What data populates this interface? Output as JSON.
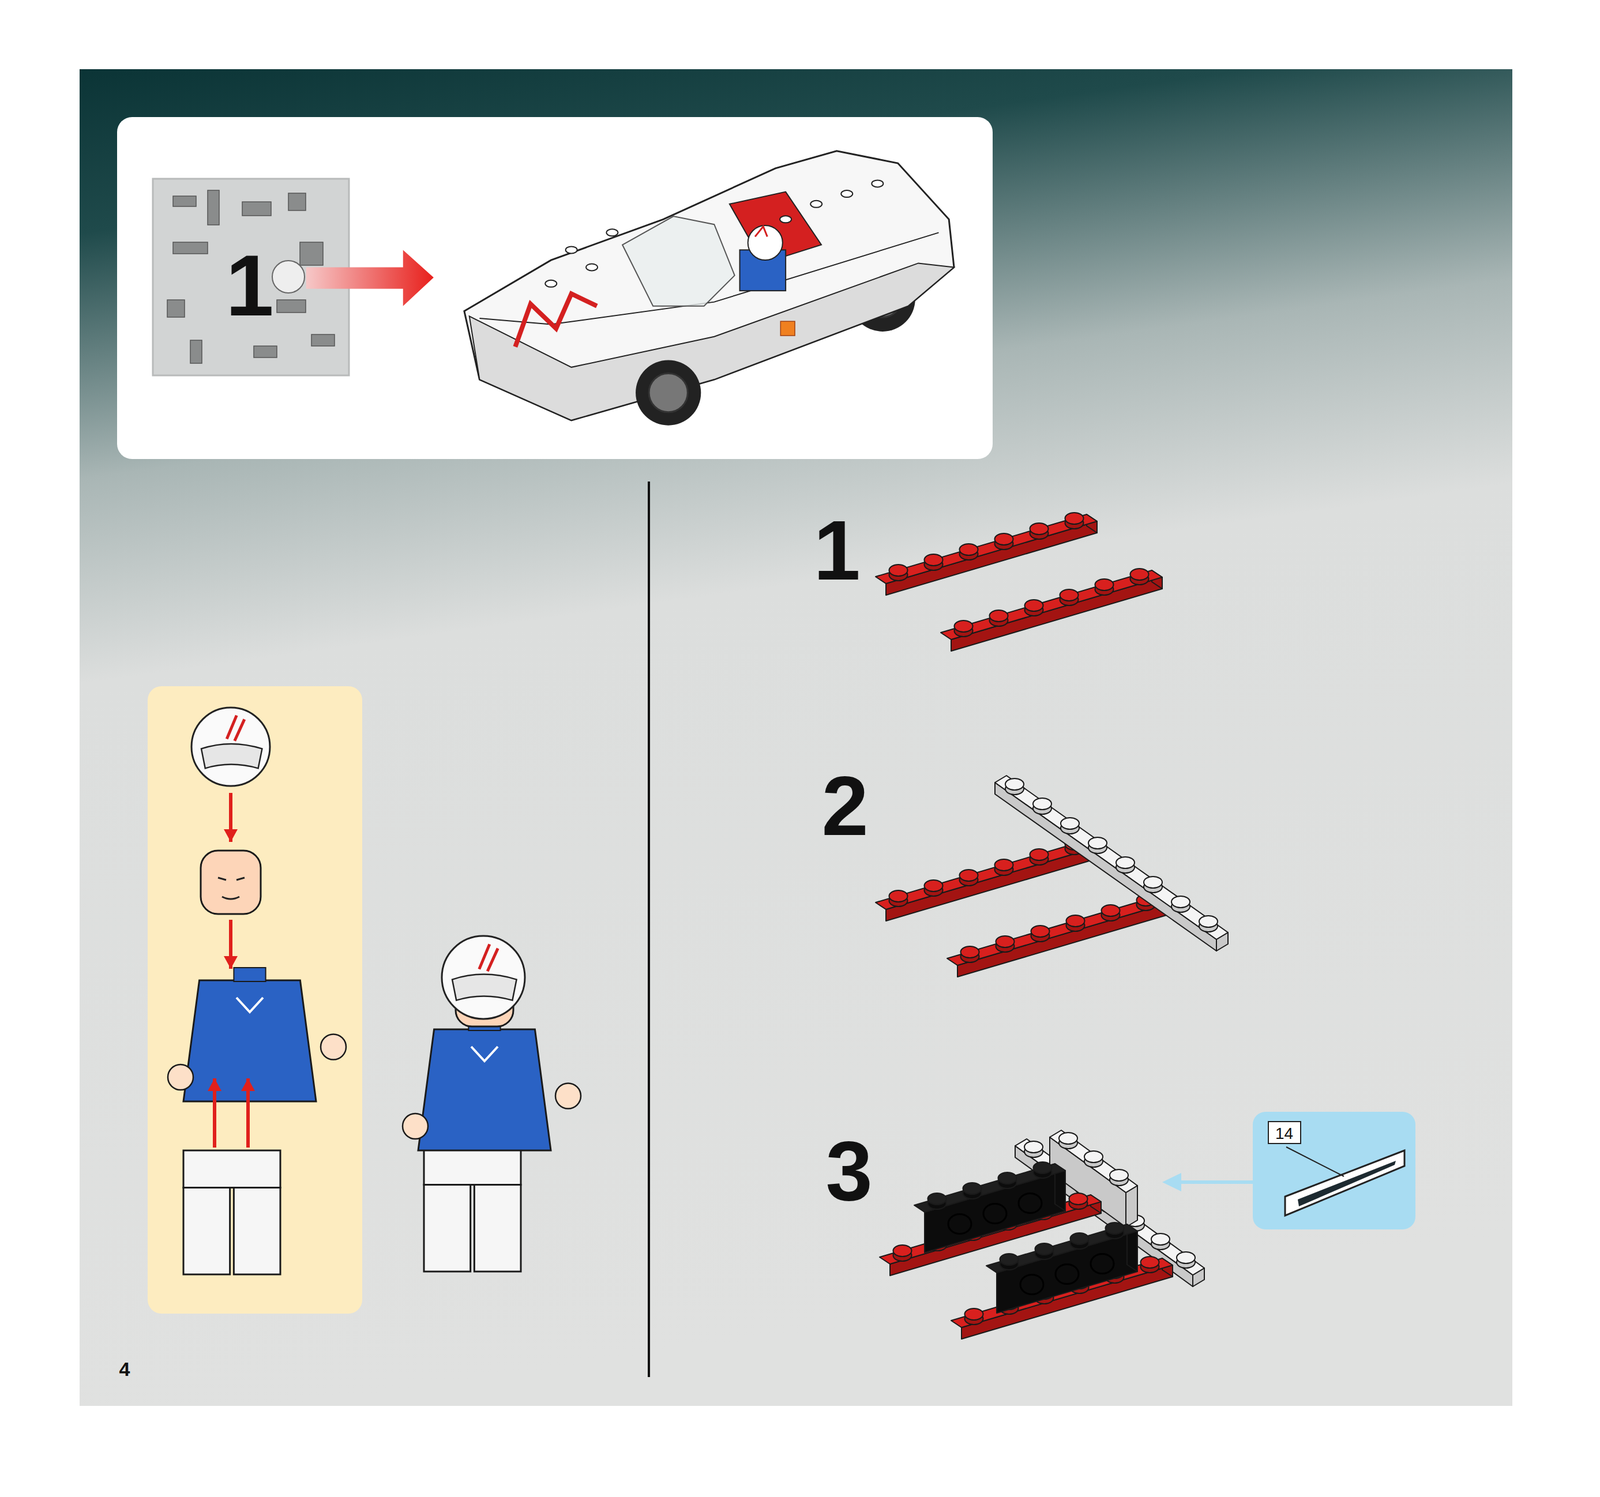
{
  "diagram": {
    "nodes": [
      {
        "text": [
          "14"
        ]
      }
    ],
    "labels": [
      "1",
      "1",
      "2",
      "3",
      "4"
    ]
  }
}
